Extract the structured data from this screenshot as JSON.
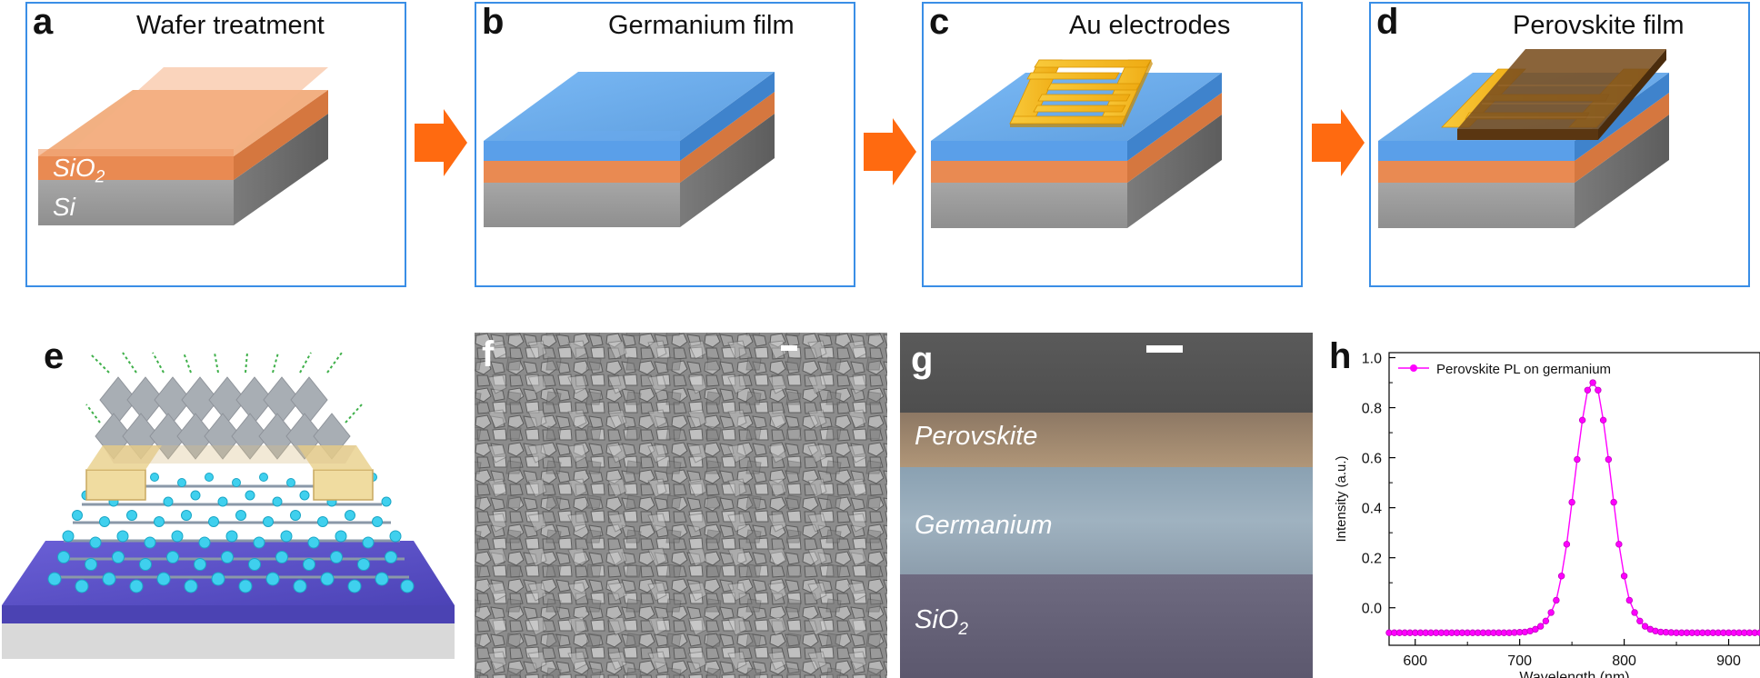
{
  "panels_top": [
    {
      "letter": "a",
      "title": "Wafer treatment"
    },
    {
      "letter": "b",
      "title": "Germanium film"
    },
    {
      "letter": "c",
      "title": "Au electrodes"
    },
    {
      "letter": "d",
      "title": "Perovskite film"
    }
  ],
  "layer_labels": {
    "sio2_base": "SiO",
    "sio2_sub": "2",
    "si": "Si"
  },
  "panels_bottom": [
    {
      "letter": "e"
    },
    {
      "letter": "f"
    },
    {
      "letter": "g"
    },
    {
      "letter": "h"
    }
  ],
  "sem_labels": {
    "perovskite": "Perovskite",
    "germanium": "Germanium",
    "sio2_base": "SiO",
    "sio2_sub": "2"
  },
  "colors": {
    "frame": "#3a8ee6",
    "arrow": "#ff6a10",
    "sio2": "#e9874d",
    "si": "#9d9d9d",
    "germanium": "#5aa7f0",
    "gold": "#f6bf2a",
    "perovskite": "#6d4417",
    "pl_curve": "#ff00ff"
  },
  "chart_data": {
    "type": "line",
    "title": "",
    "xlabel": "Wavelength (nm)",
    "ylabel": "Intensity (a.u.)",
    "xlim": [
      575,
      930
    ],
    "ylim": [
      -0.15,
      1.02
    ],
    "xticks": [
      600,
      700,
      800,
      900
    ],
    "yticks": [
      0.0,
      0.2,
      0.4,
      0.6,
      0.8,
      1.0
    ],
    "xtick_labels": [
      "600",
      "700",
      "800",
      "900"
    ],
    "ytick_labels": [
      "0.0",
      "0.2",
      "0.4",
      "0.6",
      "0.8",
      "1.0"
    ],
    "legend": "top-left",
    "grid": false,
    "series": [
      {
        "name": "Perovskite PL on germanium",
        "x": [
          575,
          580,
          585,
          590,
          595,
          600,
          605,
          610,
          615,
          620,
          625,
          630,
          635,
          640,
          645,
          650,
          655,
          660,
          665,
          670,
          675,
          680,
          685,
          690,
          695,
          700,
          705,
          710,
          715,
          720,
          725,
          730,
          735,
          740,
          745,
          750,
          755,
          760,
          765,
          770,
          775,
          780,
          785,
          790,
          795,
          800,
          805,
          810,
          815,
          820,
          825,
          830,
          835,
          840,
          845,
          850,
          855,
          860,
          865,
          870,
          875,
          880,
          885,
          890,
          895,
          900,
          905,
          910,
          915,
          920,
          925,
          930
        ],
        "y": [
          -0.1,
          -0.1,
          -0.1,
          -0.1,
          -0.1,
          -0.1,
          -0.1,
          -0.1,
          -0.1,
          -0.1,
          -0.1,
          -0.1,
          -0.1,
          -0.1,
          -0.1,
          -0.1,
          -0.1,
          -0.1,
          -0.1,
          -0.1,
          -0.1,
          -0.1,
          -0.1,
          -0.1,
          -0.099,
          -0.098,
          -0.097,
          -0.093,
          -0.086,
          -0.074,
          -0.053,
          -0.019,
          0.03,
          0.127,
          0.254,
          0.422,
          0.593,
          0.75,
          0.87,
          0.9,
          0.87,
          0.75,
          0.593,
          0.422,
          0.254,
          0.127,
          0.03,
          -0.019,
          -0.053,
          -0.074,
          -0.086,
          -0.093,
          -0.097,
          -0.098,
          -0.099,
          -0.1,
          -0.1,
          -0.1,
          -0.1,
          -0.1,
          -0.1,
          -0.1,
          -0.1,
          -0.1,
          -0.1,
          -0.1,
          -0.1,
          -0.1,
          -0.1,
          -0.1,
          -0.1,
          -0.1
        ]
      }
    ]
  }
}
